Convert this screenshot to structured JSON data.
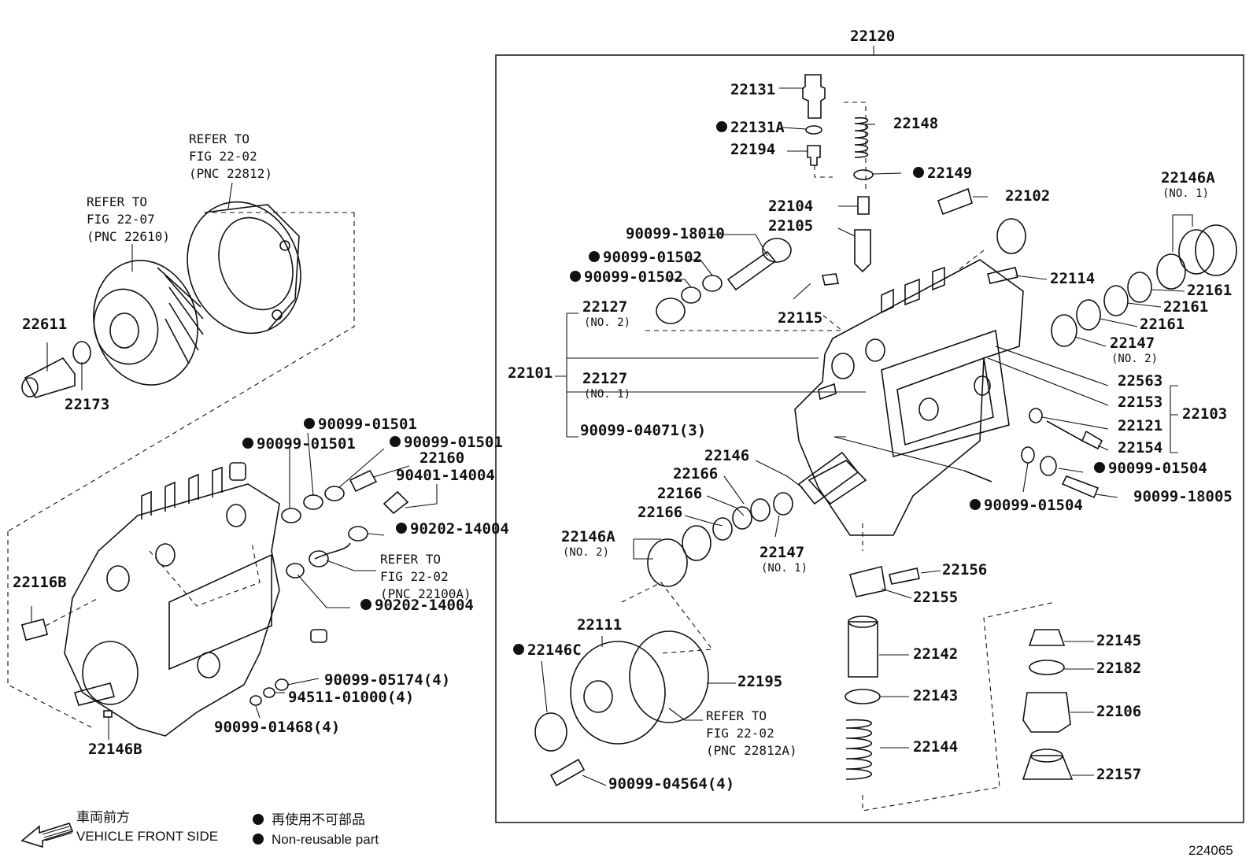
{
  "assembly": {
    "main_number": "22120",
    "figure_code": "224065"
  },
  "legend": {
    "front_jp": "車両前方",
    "front_en": "VEHICLE FRONT SIDE",
    "nonreuse_jp": "再使用不可部品",
    "nonreuse_en": "Non-reusable part"
  },
  "references": {
    "ref_22812": [
      "REFER TO",
      "FIG 22-02",
      "(PNC 22812)"
    ],
    "ref_22610": [
      "REFER TO",
      "FIG 22-07",
      "(PNC 22610)"
    ],
    "ref_22100A": [
      "REFER TO",
      "FIG 22-02",
      "(PNC 22100A)"
    ],
    "ref_22812A": [
      "REFER TO",
      "FIG 22-02",
      "(PNC 22812A)"
    ]
  },
  "parts_left": [
    {
      "id": "p22611",
      "label": "22611",
      "nonreusable": false
    },
    {
      "id": "p22173",
      "label": "22173",
      "nonreusable": false
    },
    {
      "id": "p22116B",
      "label": "22116B",
      "nonreusable": false
    },
    {
      "id": "p22146B",
      "label": "22146B",
      "nonreusable": false
    },
    {
      "id": "p9009901501a",
      "label": "90099-01501",
      "nonreusable": true
    },
    {
      "id": "p9009901501b",
      "label": "90099-01501",
      "nonreusable": true
    },
    {
      "id": "p9009901501c",
      "label": "90099-01501",
      "nonreusable": true
    },
    {
      "id": "p22160",
      "label": "22160",
      "nonreusable": false
    },
    {
      "id": "p9040114004",
      "label": "90401-14004",
      "nonreusable": false
    },
    {
      "id": "p9020214004a",
      "label": "90202-14004",
      "nonreusable": true
    },
    {
      "id": "p9020214004b",
      "label": "90202-14004",
      "nonreusable": true
    },
    {
      "id": "p9009905174",
      "label": "90099-05174(4)",
      "nonreusable": false
    },
    {
      "id": "p9451101000",
      "label": "94511-01000(4)",
      "nonreusable": false
    },
    {
      "id": "p9009901468",
      "label": "90099-01468(4)",
      "nonreusable": false
    }
  ],
  "parts_main": [
    {
      "id": "p22131",
      "label": "22131",
      "nonreusable": false
    },
    {
      "id": "p22131A",
      "label": "22131A",
      "nonreusable": true
    },
    {
      "id": "p22194",
      "label": "22194",
      "nonreusable": false
    },
    {
      "id": "p22148",
      "label": "22148",
      "nonreusable": false
    },
    {
      "id": "p22149",
      "label": "22149",
      "nonreusable": true
    },
    {
      "id": "p22104",
      "label": "22104",
      "nonreusable": false
    },
    {
      "id": "p22105",
      "label": "22105",
      "nonreusable": false
    },
    {
      "id": "p22102",
      "label": "22102",
      "nonreusable": false
    },
    {
      "id": "p22146A1",
      "label": "22146A",
      "sub": "(NO. 1)",
      "nonreusable": false
    },
    {
      "id": "p9009918010",
      "label": "90099-18010",
      "nonreusable": false
    },
    {
      "id": "p9009901502a",
      "label": "90099-01502",
      "nonreusable": true
    },
    {
      "id": "p9009901502b",
      "label": "90099-01502",
      "nonreusable": true
    },
    {
      "id": "p22114",
      "label": "22114",
      "nonreusable": false
    },
    {
      "id": "p22115",
      "label": "22115",
      "nonreusable": false
    },
    {
      "id": "p22127n2",
      "label": "22127",
      "sub": "(NO. 2)",
      "nonreusable": false
    },
    {
      "id": "p22101",
      "label": "22101",
      "nonreusable": false
    },
    {
      "id": "p22127n1",
      "label": "22127",
      "sub": "(NO. 1)",
      "nonreusable": false
    },
    {
      "id": "p9009904071",
      "label": "90099-04071(3)",
      "nonreusable": false
    },
    {
      "id": "p22161a",
      "label": "22161",
      "nonreusable": false
    },
    {
      "id": "p22161b",
      "label": "22161",
      "nonreusable": false
    },
    {
      "id": "p22161c",
      "label": "22161",
      "nonreusable": false
    },
    {
      "id": "p22147n2",
      "label": "22147",
      "sub": "(NO. 2)",
      "nonreusable": false
    },
    {
      "id": "p22563",
      "label": "22563",
      "nonreusable": false
    },
    {
      "id": "p22153",
      "label": "22153",
      "nonreusable": false
    },
    {
      "id": "p22121",
      "label": "22121",
      "nonreusable": false
    },
    {
      "id": "p22154",
      "label": "22154",
      "nonreusable": false
    },
    {
      "id": "p22103",
      "label": "22103",
      "nonreusable": false
    },
    {
      "id": "p22146",
      "label": "22146",
      "nonreusable": false
    },
    {
      "id": "p22166a",
      "label": "22166",
      "nonreusable": false
    },
    {
      "id": "p22166b",
      "label": "22166",
      "nonreusable": false
    },
    {
      "id": "p22166c",
      "label": "22166",
      "nonreusable": false
    },
    {
      "id": "p22146A2",
      "label": "22146A",
      "sub": "(NO. 2)",
      "nonreusable": false
    },
    {
      "id": "p22147n1",
      "label": "22147",
      "sub": "(NO. 1)",
      "nonreusable": false
    },
    {
      "id": "p9009901504a",
      "label": "90099-01504",
      "nonreusable": true
    },
    {
      "id": "p9009901504b",
      "label": "90099-01504",
      "nonreusable": true
    },
    {
      "id": "p9009918005",
      "label": "90099-18005",
      "nonreusable": false
    },
    {
      "id": "p22156",
      "label": "22156",
      "nonreusable": false
    },
    {
      "id": "p22155",
      "label": "22155",
      "nonreusable": false
    },
    {
      "id": "p22111",
      "label": "22111",
      "nonreusable": false
    },
    {
      "id": "p22146C",
      "label": "22146C",
      "nonreusable": true
    },
    {
      "id": "p22195",
      "label": "22195",
      "nonreusable": false
    },
    {
      "id": "p22142",
      "label": "22142",
      "nonreusable": false
    },
    {
      "id": "p22143",
      "label": "22143",
      "nonreusable": false
    },
    {
      "id": "p22144",
      "label": "22144",
      "nonreusable": false
    },
    {
      "id": "p9009904564",
      "label": "90099-04564(4)",
      "nonreusable": false
    },
    {
      "id": "p22145",
      "label": "22145",
      "nonreusable": false
    },
    {
      "id": "p22182",
      "label": "22182",
      "nonreusable": false
    },
    {
      "id": "p22106",
      "label": "22106",
      "nonreusable": false
    },
    {
      "id": "p22157",
      "label": "22157",
      "nonreusable": false
    }
  ]
}
